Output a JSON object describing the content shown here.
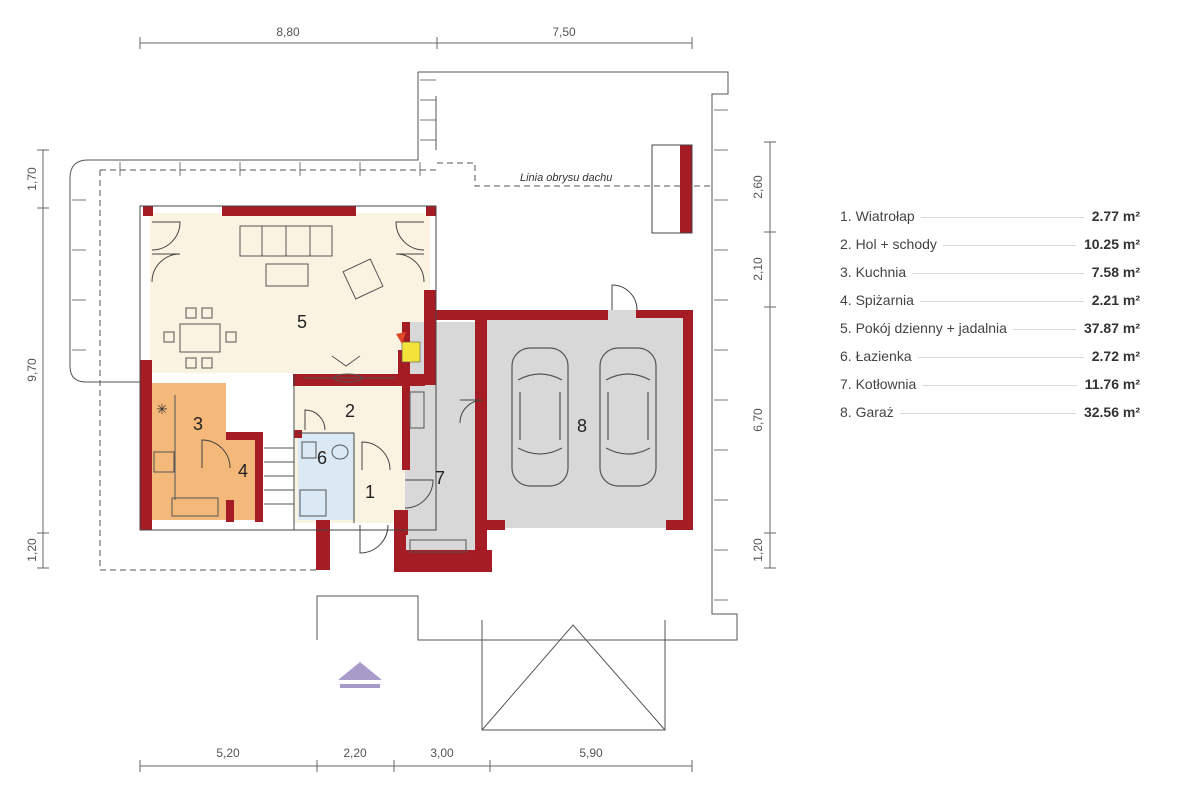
{
  "dimensions": {
    "top": [
      "8,80",
      "7,50"
    ],
    "bottom": [
      "5,20",
      "2,20",
      "3,00",
      "5,90"
    ],
    "left": [
      "1,70",
      "9,70",
      "1,20"
    ],
    "right": [
      "2,60",
      "2,10",
      "6,70",
      "1,20"
    ]
  },
  "roof_outline_label": "Linia obrysu dachu",
  "room_numbers": [
    "1",
    "2",
    "3",
    "4",
    "5",
    "6",
    "7",
    "8"
  ],
  "legend": [
    {
      "name": "1. Wiatrołap",
      "area": "2.77 m²"
    },
    {
      "name": "2. Hol + schody",
      "area": "10.25 m²"
    },
    {
      "name": "3. Kuchnia",
      "area": "7.58 m²"
    },
    {
      "name": "4. Spiżarnia",
      "area": "2.21 m²"
    },
    {
      "name": "5. Pokój dzienny + jadalnia",
      "area": "37.87 m²"
    },
    {
      "name": "6. Łazienka",
      "area": "2.72 m²"
    },
    {
      "name": "7. Kotłownia",
      "area": "11.76 m²"
    },
    {
      "name": "8. Garaż",
      "area": "32.56 m²"
    }
  ],
  "colors": {
    "wall": "#a51c24",
    "living": "#fbf3e2",
    "kitchen": "#f3b87a",
    "bathroom": "#dbe9f4",
    "service": "#d8d8d8",
    "entrance_arrow": "#a99bc9"
  }
}
